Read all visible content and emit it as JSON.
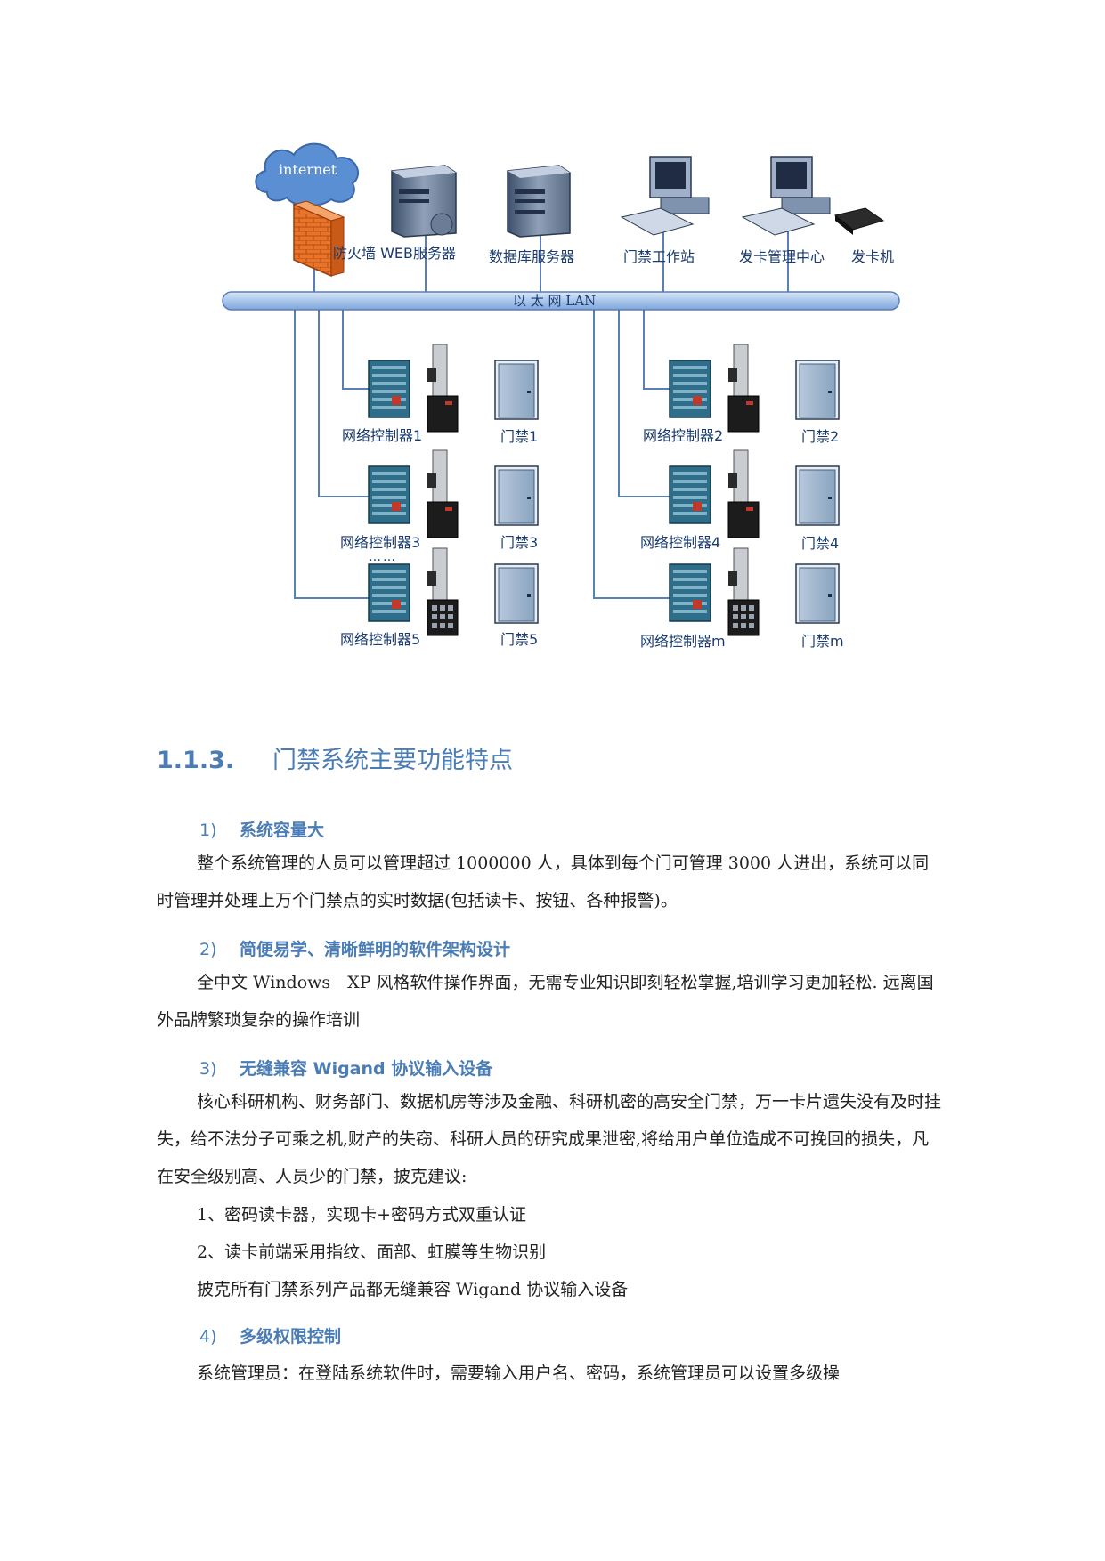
{
  "diagram": {
    "cloud_label": "internet",
    "firewall_web_label": "防火墙 WEB服务器",
    "db_server_label": "数据库服务器",
    "workstation_label": "门禁工作站",
    "card_center_label": "发卡管理中心",
    "card_issuer_label": "发卡机",
    "lan_label": "以 太 网 LAN",
    "controllers": [
      "网络控制器1",
      "网络控制器3",
      "网络控制器5",
      "网络控制器2",
      "网络控制器4",
      "网络控制器m"
    ],
    "doors": [
      "门禁1",
      "门禁3",
      "门禁5",
      "门禁2",
      "门禁4",
      "门禁m"
    ],
    "ellipsis": "……"
  },
  "section": {
    "number": "1.1.3.",
    "title": "门禁系统主要功能特点"
  },
  "features": [
    {
      "num": "1)",
      "title": "系统容量大"
    },
    {
      "num": "2)",
      "title": "简便易学、清晰鲜明的软件架构设计"
    },
    {
      "num": "3)",
      "title": "无缝兼容 Wigand 协议输入设备"
    },
    {
      "num": "4)",
      "title": "多级权限控制"
    }
  ],
  "paragraphs": {
    "p1": "整个系统管理的人员可以管理超过 1000000 人，具体到每个门可管理 3000 人进出，系统可以同时管理并处理上万个门禁点的实时数据(包括读卡、按钮、各种报警)。",
    "p2": "全中文 Windows　XP 风格软件操作界面，无需专业知识即刻轻松掌握,培训学习更加轻松. 远离国外品牌繁琐复杂的操作培训",
    "p3": "核心科研机构、财务部门、数据机房等涉及金融、科研机密的高安全门禁，万一卡片遗失没有及时挂失，给不法分子可乘之机,财产的失窃、科研人员的研究成果泄密,将给用户单位造成不可挽回的损失，凡在安全级别高、人员少的门禁，披克建议:",
    "p3_item1": "1、密码读卡器，实现卡+密码方式双重认证",
    "p3_item2": "2、读卡前端采用指纹、面部、虹膜等生物识别",
    "p3_tail": "披克所有门禁系列产品都无缝兼容 Wigand 协议输入设备",
    "p4": "系统管理员：在登陆系统软件时，需要输入用户名、密码，系统管理员可以设置多级操"
  }
}
